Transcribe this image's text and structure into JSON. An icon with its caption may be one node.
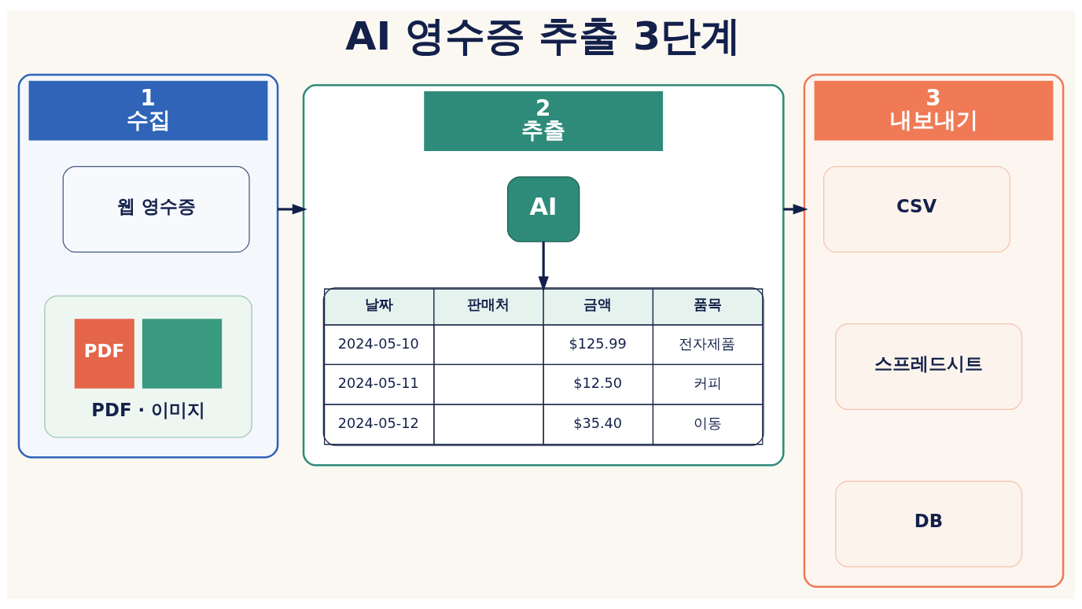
{
  "diagram": {
    "title": "AI 영수증 추출 3단계",
    "nodes": [
      {
        "text": [
          "1",
          "수집"
        ]
      },
      {
        "text": [
          "웹 영수증"
        ],
        "in": 0
      },
      {
        "text": [
          "PDF",
          "PDF · 이미지"
        ],
        "in": 0
      },
      {
        "text": [
          "2",
          "추출"
        ]
      },
      {
        "text": [
          "AI"
        ],
        "in": 3
      },
      {
        "text": [
          "날짜",
          "판매처",
          "금액",
          "품목",
          "2024-05-10",
          "$125.99",
          "전자제품",
          "2024-05-11",
          "$12.50",
          "커피",
          "2024-05-12",
          "$35.40",
          "이동"
        ],
        "in": 3
      },
      {
        "text": [
          "3",
          "내보내기"
        ]
      },
      {
        "text": [
          "CSV"
        ],
        "in": 6
      },
      {
        "text": [
          "스프레드시트"
        ],
        "in": 6
      },
      {
        "text": [
          "DB"
        ],
        "in": 6
      }
    ],
    "edges": [
      {
        "from": 0,
        "to": 3,
        "arrow": "to"
      },
      {
        "from": 4,
        "to": 5,
        "arrow": "to"
      },
      {
        "from": 3,
        "to": 6,
        "arrow": "to"
      }
    ]
  }
}
